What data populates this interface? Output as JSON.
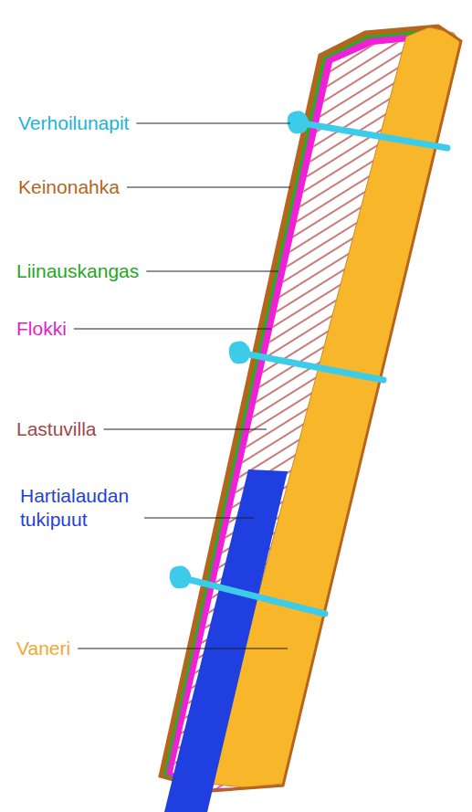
{
  "diagram": {
    "labels": [
      "Verhoilunapit",
      "Keinonahka",
      "Liinauskangas",
      "Flokki",
      "Lastuvilla",
      "Hartialaudan tukipuut",
      "Vaneri"
    ]
  }
}
